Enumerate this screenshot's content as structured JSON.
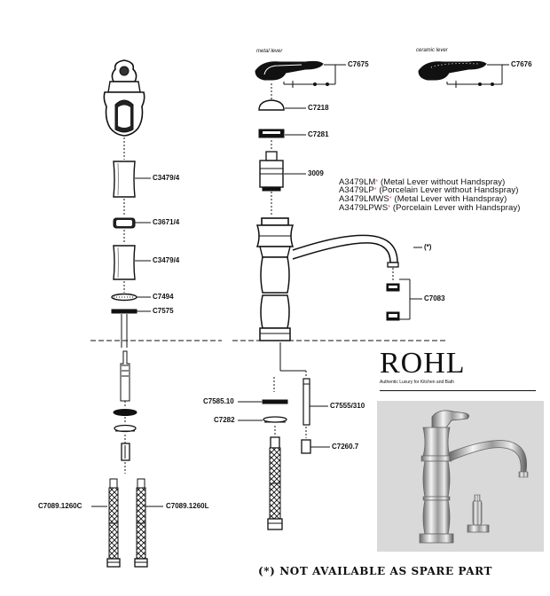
{
  "parts": {
    "c3479_top": "C3479/4",
    "c3671": "C3671/4",
    "c3479_mid": "C3479/4",
    "c7494": "C7494",
    "c7575": "C7575",
    "c7089_left": "C7089.1260C",
    "c7089_right": "C7089.1260L",
    "c7675": "C7675",
    "c7676": "C7676",
    "c7218": "C7218",
    "c7281": "C7281",
    "p3009": "3009",
    "c7083": "C7083",
    "c7585": "C7585.10",
    "c7282": "C7282",
    "c7555": "C7555/310",
    "c7260": "C7260.7",
    "spout_note": "(*)"
  },
  "captions": {
    "metal_lever": "metal lever",
    "ceramic_lever": "ceramic lever"
  },
  "models": [
    {
      "code": "A3479LM",
      "star": "*",
      "desc": "(Metal Lever without Handspray)"
    },
    {
      "code": "A3479LP",
      "star": "*",
      "desc": "(Porcelain Lever without Handspray)"
    },
    {
      "code": "A3479LMWS",
      "star": "*",
      "desc": "(Metal Lever with Handspray)"
    },
    {
      "code": "A3479LPWS",
      "star": "*",
      "desc": "(Porcelain Lever with Handspray)"
    }
  ],
  "logo": {
    "word": "ROHL",
    "tagline": "Authentic Luxury for Kitchen and Bath"
  },
  "footer_note": "(*) NOT AVAILABLE AS SPARE PART",
  "colors": {
    "ink": "#111111",
    "star": "#d93a8c",
    "photo_bg": "#d9d9d9"
  }
}
